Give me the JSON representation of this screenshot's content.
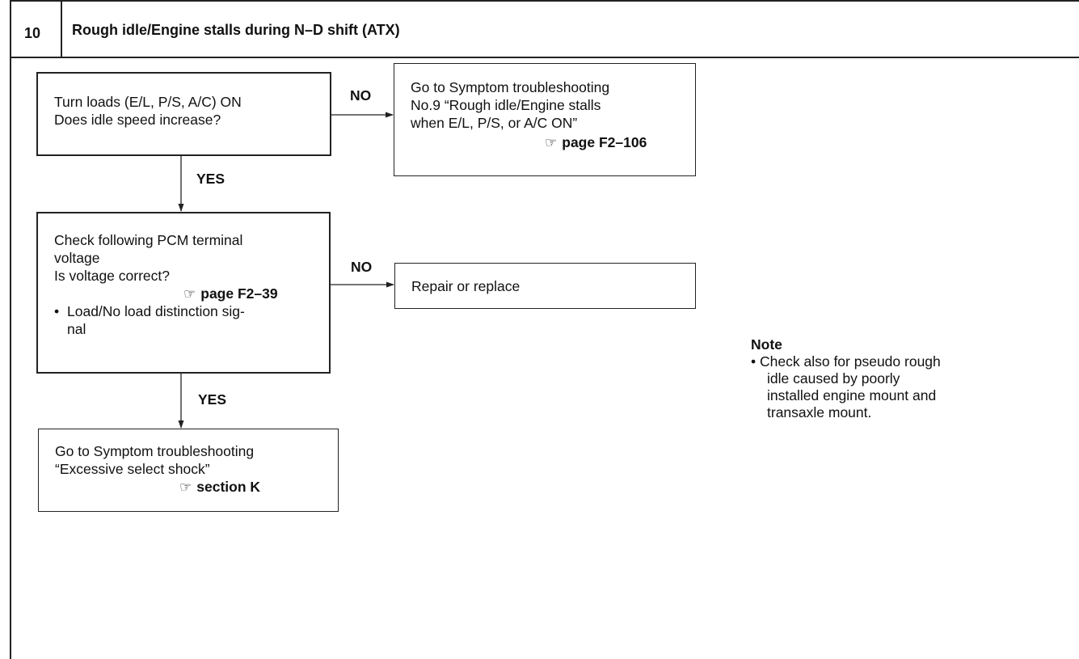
{
  "header": {
    "number": "10",
    "title": "Rough idle/Engine stalls during N–D shift (ATX)"
  },
  "steps": {
    "step1": {
      "lines": [
        "Turn loads (E/L, P/S, A/C) ON",
        "Does idle speed increase?"
      ]
    },
    "step1_no": {
      "lines": [
        "Go to Symptom troubleshooting",
        "No.9 “Rough idle/Engine stalls",
        "when E/L, P/S, or A/C ON”"
      ],
      "ref": "page F2–106"
    },
    "step2": {
      "lines": [
        "Check following PCM terminal",
        "voltage",
        "Is voltage correct?"
      ],
      "ref": "page F2–39",
      "bullet_lines": [
        "Load/No load distinction sig-",
        "nal"
      ]
    },
    "step2_no": {
      "lines": [
        "Repair or replace"
      ]
    },
    "step3": {
      "lines": [
        "Go to Symptom troubleshooting",
        "“Excessive select shock”"
      ],
      "ref": "section K"
    }
  },
  "labels": {
    "no1": "NO",
    "yes1": "YES",
    "no2": "NO",
    "yes2": "YES"
  },
  "ref_icon": "☞",
  "bullet_icon": "•",
  "note": {
    "title": "Note",
    "lines": [
      "Check also for pseudo rough",
      "idle caused by poorly",
      "installed engine mount and",
      "transaxle mount."
    ]
  }
}
